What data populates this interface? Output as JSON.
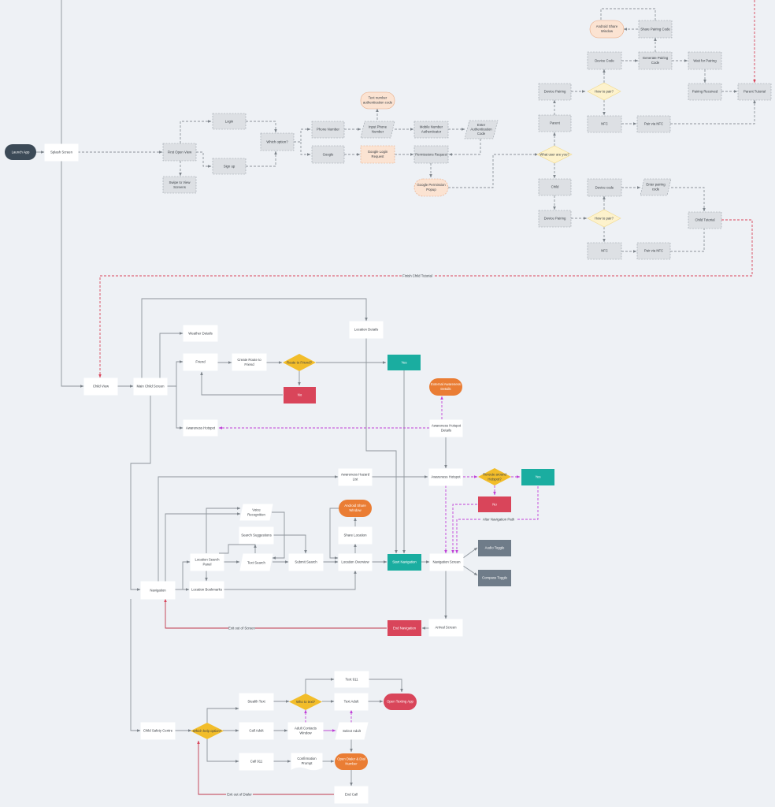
{
  "nodes": {
    "launch_app": "Launch App",
    "splash_screen": "Splash Screen",
    "first_open_view": "First Open View",
    "login": "Login",
    "sign_up": "Sign up",
    "swipe_view_screens": [
      "Swipe to View",
      "Screens"
    ],
    "which_option": "Which option?",
    "phone_number": "Phone Number",
    "google": "Google",
    "input_phone_number": [
      "Input Phone",
      "Number"
    ],
    "text_number_auth_code": [
      "Text number",
      "authentication code"
    ],
    "google_login_request": [
      "Google Login",
      "Request"
    ],
    "mobile_number_auth": [
      "Mobile Number",
      "Authenticator"
    ],
    "enter_auth_code": [
      "Enter",
      "Authentication",
      "Code"
    ],
    "permissions_request": "Permissions Request",
    "google_permission_popup": [
      "Google Permission",
      "Popup"
    ],
    "what_user": "What user are you?",
    "parent": "Parent",
    "device_pairing_parent": "Device Pairing",
    "how_to_pair_parent": "How to pair?",
    "device_code_parent": "Device Code",
    "generate_pairing_code": [
      "Generate Pairing",
      "Code"
    ],
    "wait_for_pairing": "Wait for Pairing",
    "share_pairing_code": "Share Pairing Code",
    "android_share_window_top": [
      "Android Share",
      "Window"
    ],
    "pairing_received": "Pairing Received",
    "parent_tutorial": "Parent Tutorial",
    "nfc_parent": "NFC",
    "pair_via_nfc_parent": "Pair via NFC",
    "child": "Child",
    "device_code_child": "Device code",
    "enter_pairing_code": [
      "Enter pairing",
      "code"
    ],
    "device_pairing_child": "Device Pairing",
    "how_to_pair_child": "How to pair?",
    "child_tutorial": "Child Tutorial",
    "nfc_child": "NFC",
    "pair_via_nfc_child": "Pair via NFC",
    "child_view": "Child View",
    "main_child_screen": "Main Child Screen",
    "weather_details": "Weather Details",
    "friend": "Friend",
    "create_route_to_friend": [
      "Create Route to",
      "Friend"
    ],
    "route_to_friend": "Route to Friend?",
    "yes_route": "Yes",
    "no_route": "No",
    "location_details": "Location Details",
    "external_awareness_details": [
      "External Awareness",
      "Details"
    ],
    "awareness_hotspot": "Awareness Hotspot",
    "awareness_hotspot_details": [
      "Awareness Hotspot",
      "Details"
    ],
    "awareness_hazard_list": [
      "Awareness Hazard",
      "List"
    ],
    "awareness_hotspot_2": "Awareness  Hotspot",
    "reroute_around_hotspot": [
      "Reroute around",
      "Hotspot?"
    ],
    "yes_reroute": "Yes",
    "no_reroute": "No",
    "navigation": "Navigation",
    "location_search_panel": [
      "Location Search",
      "Panel"
    ],
    "location_bookmarks": "Location Bookmarks",
    "voice_recognition": [
      "Voice",
      "Recognition"
    ],
    "search_suggestions": "Search Suggestions",
    "text_search": "Text Search",
    "submit_search": "Submit Search",
    "android_share_window_mid": [
      "Android Share",
      "Window"
    ],
    "share_location": "Share Location",
    "location_overview": "Location Overview",
    "start_navigation": "Start Navigation",
    "navigation_screen": "Navigation Screen",
    "audio_toggle": "Audio Toggle",
    "compass_toggle": "Compass Toggle",
    "end_navigation": "End Navigation",
    "arrival_screen": "Arrival Screen",
    "child_safety_centre": "Child Safety Centre",
    "which_help_option": "Which help option?",
    "stealth_text": "Stealth Text",
    "who_to_text": "Who to text?",
    "text_911": "Text 911",
    "text_adult": "Text Adult",
    "open_texting_app": "Open Texting App",
    "call_adult": "Call Adult",
    "adult_contacts_window": [
      "Adult Contacts",
      "Window"
    ],
    "select_adult": "Select Adult",
    "call_911": "Call 911",
    "confirmation_prompt": [
      "Confirmation",
      "Prompt"
    ],
    "open_dialer_dial_number": [
      "Open Dialer & Dial",
      "Number"
    ],
    "end_call": "End Call"
  },
  "edge_labels": {
    "finish_child_tutorial": "Finish Child Tutorial",
    "alter_navigation_path": "Alter Navigation Path",
    "exit_out_of_screen": "Exit out of Screen",
    "exit_out_of_dialer": "Exit out of Dialer"
  },
  "colors": {
    "start": "#3c4a57",
    "teal": "#1aada0",
    "red": "#d9455a",
    "orange": "#ea7d34",
    "slate": "#6f7c89",
    "decision": "#f2bd2a",
    "decision_pale": "#fdf2cc",
    "pink_pale": "#fbe3d2",
    "gray_box": "#dde0e4",
    "connector_gray": "#8d949b",
    "connector_red": "#d9455a",
    "connector_purple": "#c040d8",
    "background": "#eef1f5"
  }
}
